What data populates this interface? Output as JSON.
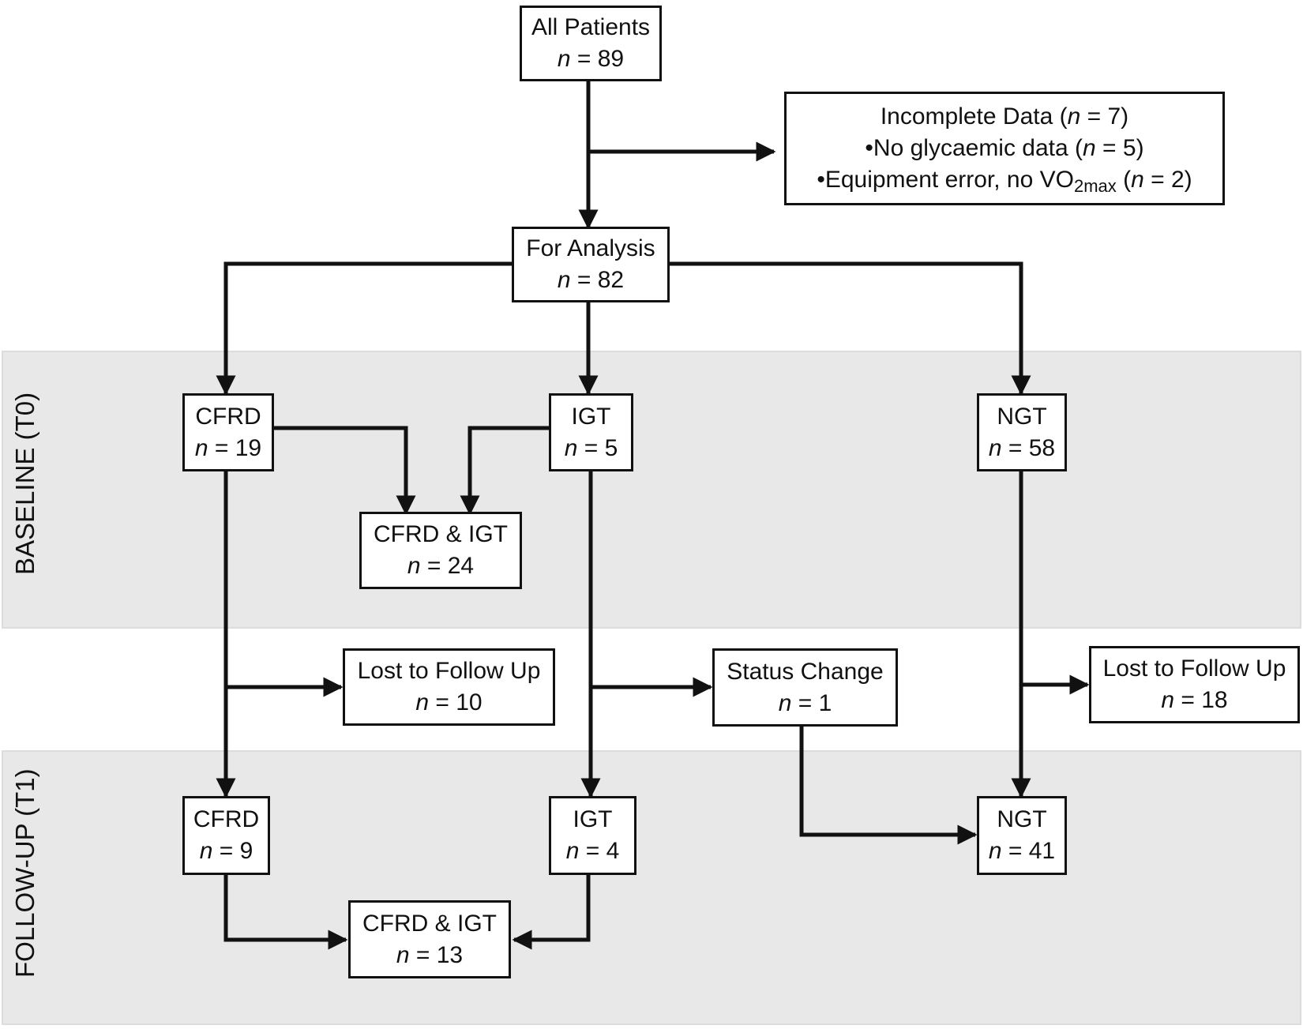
{
  "sections": {
    "baseline": "BASELINE (T0)",
    "followup": "FOLLOW-UP (T1)"
  },
  "nodes": {
    "all_patients": {
      "title": "All Patients",
      "n_var": "n",
      "n_value": " = 89"
    },
    "incomplete": {
      "title_pre": "Incomplete Data (",
      "title_n": "n",
      "title_post": " = 7)",
      "line1_pre": "•No glycaemic data (",
      "line1_n": "n",
      "line1_post": " = 5)",
      "line2_pre": "•Equipment error, no VO",
      "line2_sub": "2max",
      "line2_mid": " (",
      "line2_n": "n",
      "line2_post": " = 2)"
    },
    "for_analysis": {
      "title": "For Analysis",
      "n_var": "n",
      "n_value": " = 82"
    },
    "cfrd_t0": {
      "title": "CFRD",
      "n_var": "n",
      "n_value": " = 19"
    },
    "igt_t0": {
      "title": "IGT",
      "n_var": "n",
      "n_value": " = 5"
    },
    "ngt_t0": {
      "title": "NGT",
      "n_var": "n",
      "n_value": " = 58"
    },
    "cfrd_igt_t0": {
      "title": "CFRD & IGT",
      "n_var": "n",
      "n_value": " = 24"
    },
    "lost_cfrd": {
      "title": "Lost to Follow Up",
      "n_var": "n",
      "n_value": " = 10"
    },
    "status_change": {
      "title": "Status Change",
      "n_var": "n",
      "n_value": " = 1"
    },
    "lost_ngt": {
      "title": "Lost to Follow Up",
      "n_var": "n",
      "n_value": " = 18"
    },
    "cfrd_t1": {
      "title": "CFRD",
      "n_var": "n",
      "n_value": " = 9"
    },
    "igt_t1": {
      "title": "IGT",
      "n_var": "n",
      "n_value": " = 4"
    },
    "ngt_t1": {
      "title": "NGT",
      "n_var": "n",
      "n_value": " = 41"
    },
    "cfrd_igt_t1": {
      "title": "CFRD & IGT",
      "n_var": "n",
      "n_value": " = 13"
    }
  }
}
